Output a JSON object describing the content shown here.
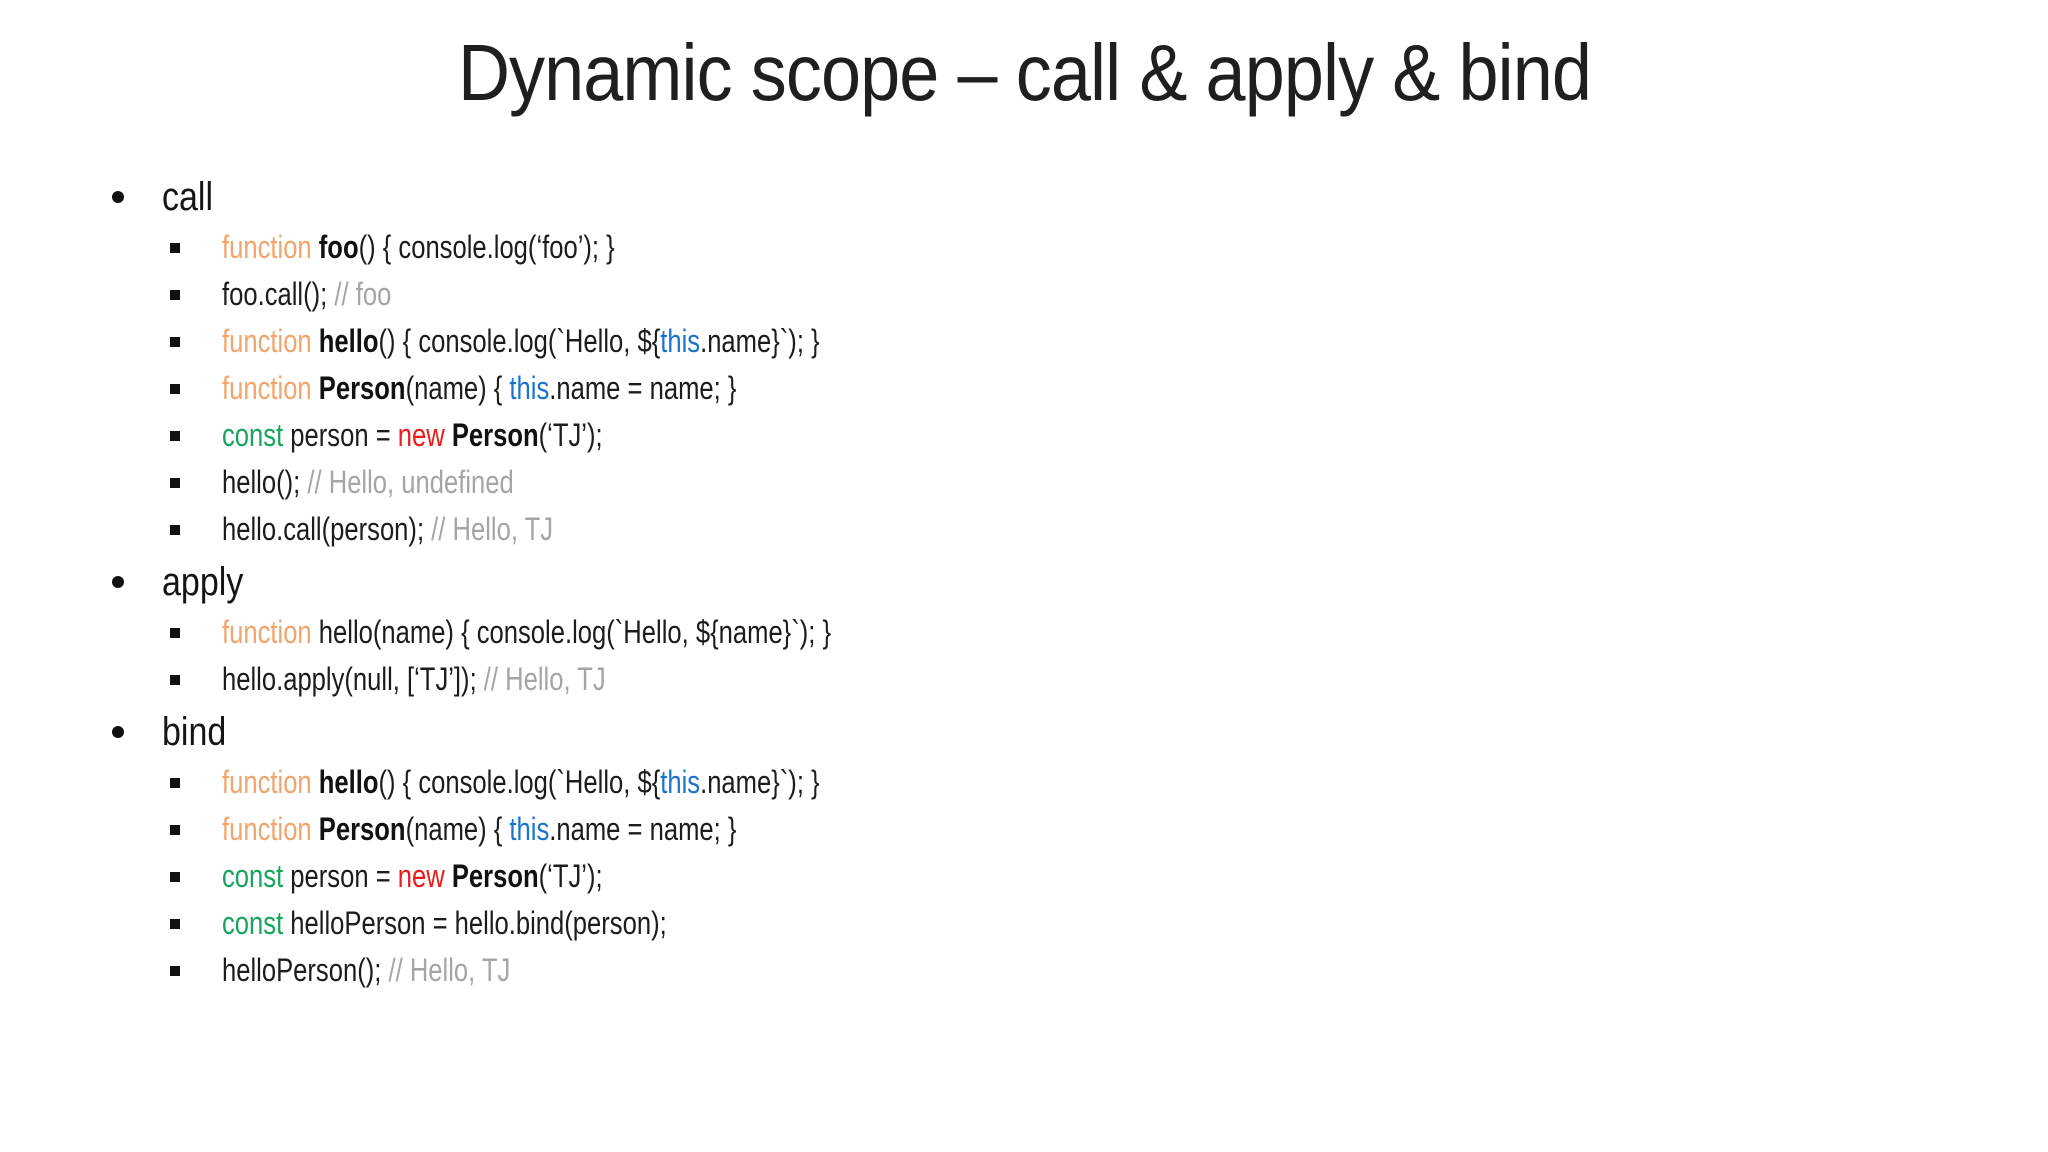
{
  "title": "Dynamic scope – call & apply & bind",
  "colors": {
    "background": "#FFFFFF",
    "title": "#1F1F1F",
    "heading": "#151515",
    "bullet": "#111111",
    "kw": "#F2A46A",
    "name": "#111111",
    "this": "#1B74CC",
    "const": "#17A45C",
    "new": "#ED1C1C",
    "plain": "#1C1C1C",
    "comment": "#A5A5A5"
  },
  "sections": [
    {
      "label": "call",
      "lines": [
        [
          {
            "style": "kw",
            "text": "function"
          },
          {
            "style": "plain",
            "text": " "
          },
          {
            "style": "name",
            "text": "foo"
          },
          {
            "style": "plain",
            "text": "() { console.log(‘foo’); }"
          }
        ],
        [
          {
            "style": "plain",
            "text": "foo.call(); "
          },
          {
            "style": "comment",
            "text": "// foo"
          }
        ],
        [
          {
            "style": "kw",
            "text": "function"
          },
          {
            "style": "plain",
            "text": " "
          },
          {
            "style": "name",
            "text": "hello"
          },
          {
            "style": "plain",
            "text": "() { console.log(`Hello, ${"
          },
          {
            "style": "this",
            "text": "this"
          },
          {
            "style": "plain",
            "text": ".name}`); }"
          }
        ],
        [
          {
            "style": "kw",
            "text": "function"
          },
          {
            "style": "plain",
            "text": " "
          },
          {
            "style": "name",
            "text": "Person"
          },
          {
            "style": "plain",
            "text": "(name) { "
          },
          {
            "style": "this",
            "text": "this"
          },
          {
            "style": "plain",
            "text": ".name = name; }"
          }
        ],
        [
          {
            "style": "const",
            "text": "const"
          },
          {
            "style": "plain",
            "text": " person = "
          },
          {
            "style": "new",
            "text": "new"
          },
          {
            "style": "plain",
            "text": " "
          },
          {
            "style": "name",
            "text": "Person"
          },
          {
            "style": "plain",
            "text": "(‘TJ’);"
          }
        ],
        [
          {
            "style": "plain",
            "text": "hello(); "
          },
          {
            "style": "comment",
            "text": "// Hello, undefined"
          }
        ],
        [
          {
            "style": "plain",
            "text": "hello.call(person); "
          },
          {
            "style": "comment",
            "text": "// Hello, TJ"
          }
        ]
      ]
    },
    {
      "label": "apply",
      "lines": [
        [
          {
            "style": "kw",
            "text": "function"
          },
          {
            "style": "plain",
            "text": " hello(name) { console.log(`Hello, ${name}`); }"
          }
        ],
        [
          {
            "style": "plain",
            "text": "hello.apply(null, [‘TJ’]); "
          },
          {
            "style": "comment",
            "text": "// Hello, TJ"
          }
        ]
      ]
    },
    {
      "label": "bind",
      "lines": [
        [
          {
            "style": "kw",
            "text": "function"
          },
          {
            "style": "plain",
            "text": " "
          },
          {
            "style": "name",
            "text": "hello"
          },
          {
            "style": "plain",
            "text": "() { console.log(`Hello, ${"
          },
          {
            "style": "this",
            "text": "this"
          },
          {
            "style": "plain",
            "text": ".name}`); }"
          }
        ],
        [
          {
            "style": "kw",
            "text": "function"
          },
          {
            "style": "plain",
            "text": " "
          },
          {
            "style": "name",
            "text": "Person"
          },
          {
            "style": "plain",
            "text": "(name) { "
          },
          {
            "style": "this",
            "text": "this"
          },
          {
            "style": "plain",
            "text": ".name = name; }"
          }
        ],
        [
          {
            "style": "const",
            "text": "const"
          },
          {
            "style": "plain",
            "text": " person = "
          },
          {
            "style": "new",
            "text": "new"
          },
          {
            "style": "plain",
            "text": " "
          },
          {
            "style": "name",
            "text": "Person"
          },
          {
            "style": "plain",
            "text": "(‘TJ’);"
          }
        ],
        [
          {
            "style": "const",
            "text": "const"
          },
          {
            "style": "plain",
            "text": " helloPerson = hello.bind(person);"
          }
        ],
        [
          {
            "style": "plain",
            "text": "helloPerson(); "
          },
          {
            "style": "comment",
            "text": "// Hello, TJ"
          }
        ]
      ]
    }
  ]
}
